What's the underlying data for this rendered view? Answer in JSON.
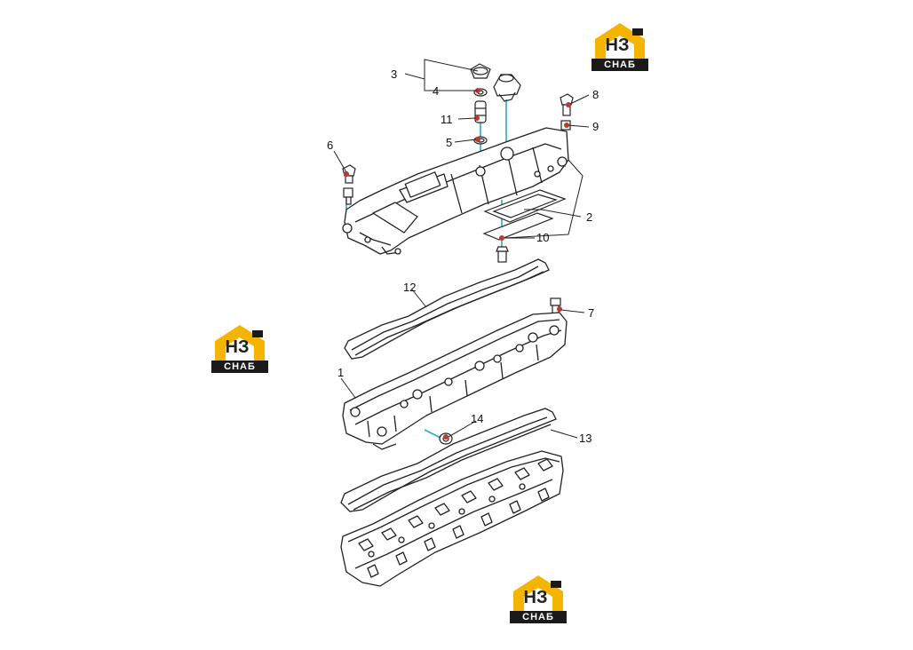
{
  "callouts": {
    "c1": "1",
    "c2": "2",
    "c3": "3",
    "c4": "4",
    "c5": "5",
    "c6": "6",
    "c7": "7",
    "c8": "8",
    "c9": "9",
    "c10": "10",
    "c11": "11",
    "c12": "12",
    "c13": "13",
    "c14": "14"
  },
  "watermark": {
    "brand": "НЗ",
    "sub": "СНАБ"
  },
  "colors": {
    "line": "#222222",
    "leader_red": "#c0392b",
    "axis_cyan": "#2aa9c9",
    "logo_yellow": "#f5b400",
    "logo_dark": "#1a1a1a"
  }
}
